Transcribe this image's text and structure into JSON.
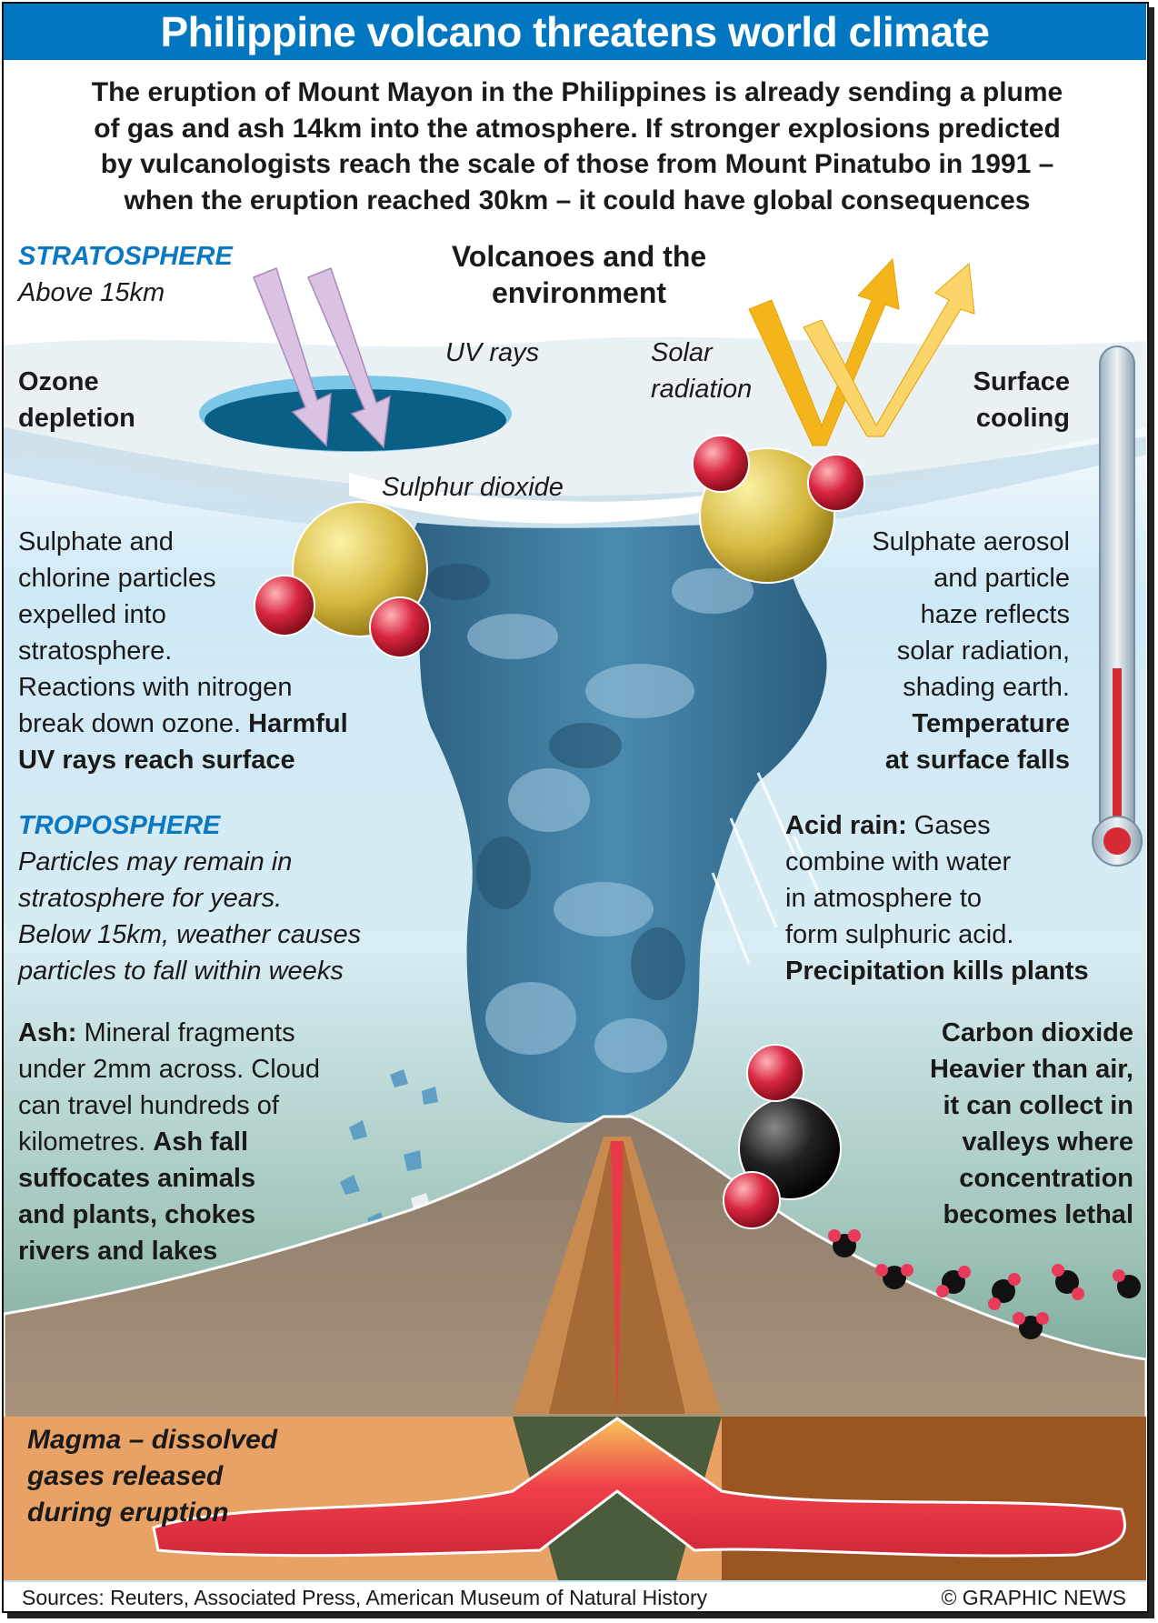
{
  "title": "Philippine volcano threatens world climate",
  "intro": [
    "The eruption of Mount Mayon in the Philippines is already sending a plume",
    "of gas and ash 14km into the atmosphere. If stronger explosions predicted",
    "by vulcanologists reach the scale of those from Mount Pinatubo in 1991 –",
    "when the eruption reached 30km – it could have global consequences"
  ],
  "heading": [
    "Volcanoes and the",
    "environment"
  ],
  "stratosphere": {
    "label": "STRATOSPHERE",
    "sub": "Above 15km"
  },
  "ozone": [
    "Ozone",
    "depletion"
  ],
  "uv_rays": "UV rays",
  "solar": [
    "Solar",
    "radiation"
  ],
  "surface_cooling": [
    "Surface",
    "cooling"
  ],
  "sulphur_dioxide": "Sulphur dioxide",
  "sulphate_left": {
    "lines": [
      "Sulphate and",
      "chlorine particles",
      "expelled into",
      "stratosphere.",
      "Reactions with nitrogen"
    ],
    "mixed": {
      "plain": "break down ozone. ",
      "bold": "Harmful"
    },
    "bold_line": "UV rays reach surface"
  },
  "sulphate_right": {
    "lines": [
      "Sulphate aerosol",
      "and particle",
      "haze reflects",
      "solar radiation,",
      "shading earth."
    ],
    "bold_lines": [
      "Temperature",
      "at surface falls"
    ]
  },
  "troposphere": {
    "label": "TROPOSPHERE",
    "lines": [
      "Particles may remain in",
      "stratosphere for years.",
      "Below 15km, weather causes",
      "particles to fall within weeks"
    ]
  },
  "ash": {
    "bold_lead": "Ash:",
    "lead_rest": " Mineral fragments",
    "lines": [
      "under 2mm across. Cloud",
      "can travel hundreds of"
    ],
    "mixed": {
      "plain": "kilometres. ",
      "bold": "Ash fall"
    },
    "bold_lines": [
      "suffocates animals",
      "and plants, chokes",
      "rivers and lakes"
    ]
  },
  "acid_rain": {
    "bold_lead": "Acid rain:",
    "lead_rest": " Gases",
    "lines": [
      "combine with water",
      "in atmosphere to",
      "form sulphuric acid."
    ],
    "bold_line": "Precipitation kills plants"
  },
  "carbon_dioxide": [
    "Carbon dioxide",
    "Heavier than air,",
    "it can collect in",
    "valleys where",
    "concentration",
    "becomes lethal"
  ],
  "magma": [
    "Magma – dissolved",
    "gases released",
    "during eruption"
  ],
  "footer": {
    "sources": "Sources: Reuters, Associated Press, American Museum of Natural History",
    "credit": "© GRAPHIC NEWS"
  },
  "colors": {
    "title_bar": "#0077c0",
    "accent_text": "#0a78c2",
    "plume": "#2f6f94",
    "sulphur": "#d9c24a",
    "oxygen": "#d0203a",
    "carbon": "#111111"
  }
}
